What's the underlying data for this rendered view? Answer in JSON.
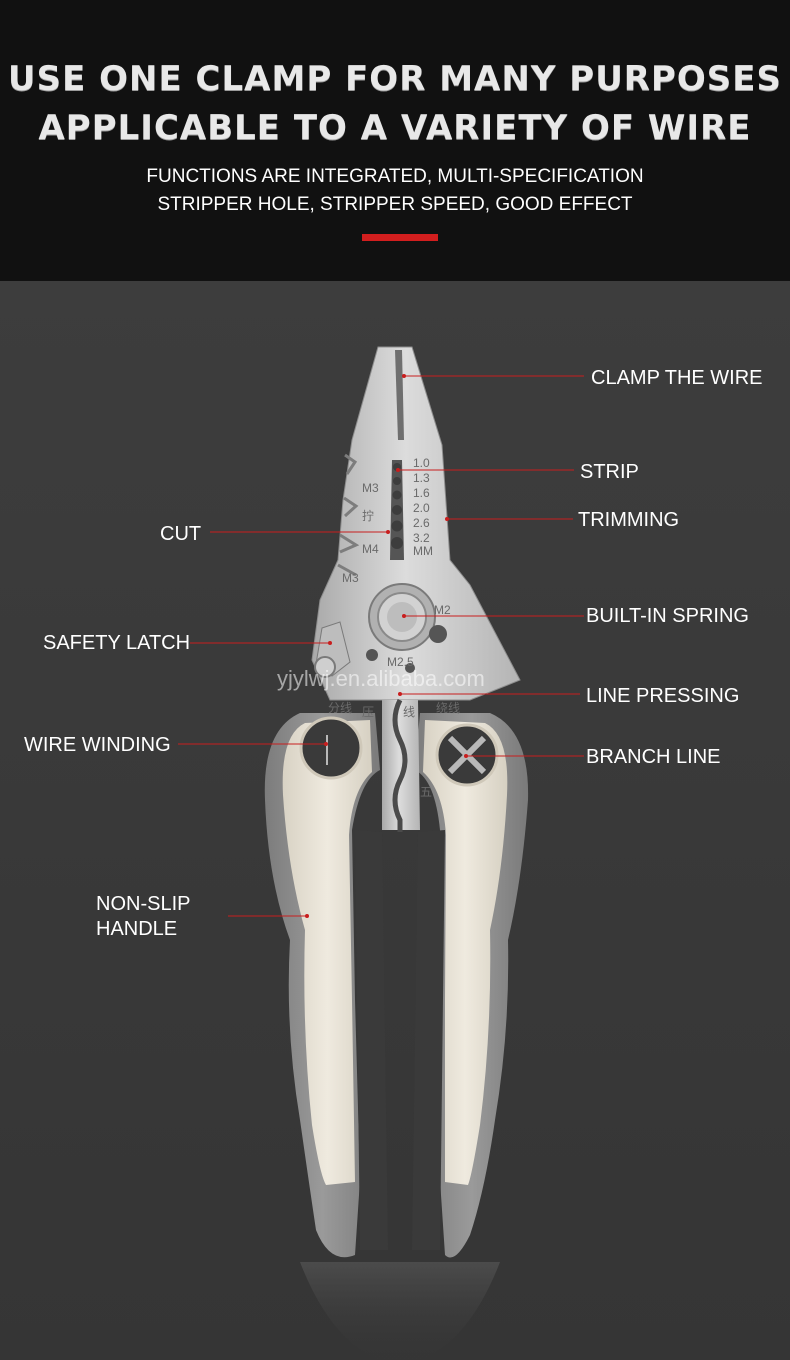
{
  "header": {
    "title_line1": "USE ONE CLAMP FOR MANY PURPOSES",
    "title_line2": "APPLICABLE TO A VARIETY OF WIRE",
    "subtitle_line1": "FUNCTIONS ARE INTEGRATED, MULTI-SPECIFICATION",
    "subtitle_line2": "STRIPPER HOLE, STRIPPER SPEED, GOOD EFFECT"
  },
  "callouts": {
    "clamp_the_wire": "CLAMP THE WIRE",
    "strip": "STRIP",
    "trimming": "TRIMMING",
    "cut": "CUT",
    "built_in_spring": "BUILT-IN SPRING",
    "safety_latch": "SAFETY LATCH",
    "line_pressing": "LINE PRESSING",
    "wire_winding": "WIRE WINDING",
    "branch_line": "BRANCH LINE",
    "non_slip_line1": "NON-SLIP",
    "non_slip_line2": "HANDLE"
  },
  "blade_markings": {
    "gauge_sizes": [
      "1.0",
      "1.3",
      "1.6",
      "2.0",
      "2.6",
      "3.2"
    ],
    "gauge_unit": "MM",
    "screw_m3": "M3",
    "screw_m4": "M4",
    "screw_m3b": "M3",
    "screw_m2": "M2",
    "screw_m25": "M2.5",
    "char_twist": "拧",
    "char_split_wire": "分线",
    "char_press": "压",
    "char_wire": "线",
    "char_wind": "绕线",
    "char_5": "五"
  },
  "watermark": "yjylwj.en.alibaba.com",
  "colors": {
    "header_bg": "#111111",
    "accent": "#d21e1e",
    "body_bg": "#3a3a3a",
    "steel": "#c7c7c7",
    "handle_cream": "#e9e3d6",
    "handle_grey": "#8b8b8b"
  }
}
